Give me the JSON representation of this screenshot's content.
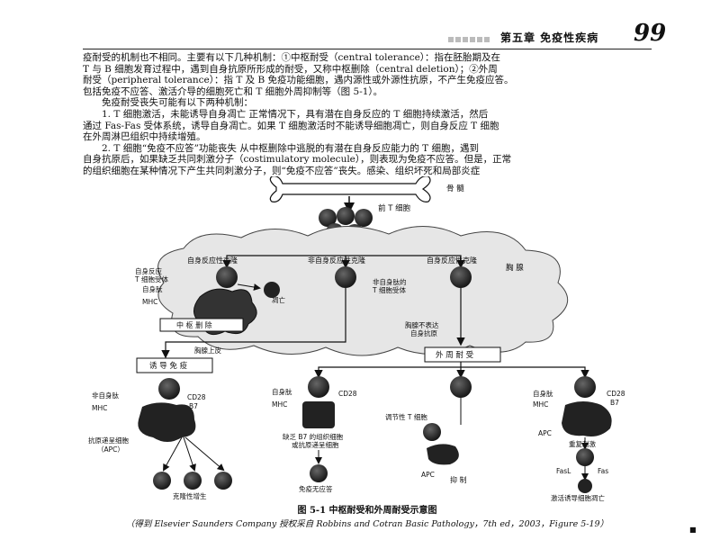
{
  "header": {
    "chapter": "第五章  免疫性疾病",
    "page_number": "99"
  },
  "body": [
    "疫耐受的机制也不相同。主要有以下几种机制：①中枢耐受（central tolerance）：指在胚胎期及在",
    "T 与 B 细胞发育过程中，遇到自身抗原所形成的耐受，又称中枢删除（central deletion）；②外周",
    "耐受（peripheral tolerance）：指 T 及 B 免疫功能细胞，遇内源性或外源性抗原，不产生免疫应答。",
    "包括免疫不应答、激活介导的细胞死亡和 T 细胞外周抑制等（图 5-1）。",
    "免疫耐受丧失可能有以下两种机制：",
    "1. T 细胞激活，未能诱导自身凋亡    正常情况下，具有潜在自身反应的 T 细胞持续激活，然后",
    "通过 Fas-Fas 受体系统，诱导自身凋亡。如果 T 细胞激活时不能诱导细胞凋亡，则自身反应 T 细胞",
    "在外周淋巴组织中持续增殖。",
    "2. T 细胞“免疫不应答”功能丧失    从中枢删除中逃脱的有潜在自身反应能力的 T 细胞，遇到",
    "自身抗原后，如果缺乏共同刺激分子（costimulatory molecule），则表现为免疫不应答。但是，正常",
    "的组织细胞在某种情况下产生共同刺激分子，则“免疫不应答”丧失。感染、组织坏死和局部炎症"
  ],
  "figure": {
    "labels": {
      "bone_marrow": "骨  髓",
      "precursor_t": "前 T 细胞",
      "thymus": "胸  腺",
      "autoreactive_clone_left": "自身反应性克隆",
      "nonautoreactive_clone": "非自身反应性克隆",
      "autoreactive_clone_right": "自身反应性克隆",
      "autoreactive_tcr_1": "自身反应",
      "autoreactive_tcr_2": "T 细胞受体",
      "self_peptide_top": "自身肽",
      "mhc_top": "MHC",
      "apoptosis": "凋亡",
      "nonself_tcr_1": "非自身肽的",
      "nonself_tcr_2": "T 细胞受体",
      "thymic_epithelium": "胸腺上皮",
      "central_deletion": "中 枢 删 除",
      "no_expression_1": "胸腺不表达",
      "no_expression_2": "自身抗原",
      "induced_immunity": "诱 导 免 疫",
      "peripheral_tolerance": "外 周 耐 受",
      "nonself_peptide": "非自身肽",
      "cd28_a": "CD28",
      "mhc_a": "MHC",
      "b7_a": "B7",
      "apc_1": "抗原递呈细胞",
      "apc_2": "（APC）",
      "self_peptide_b": "自身肽",
      "cd28_b": "CD28",
      "mhc_b": "MHC",
      "lack_b7_1": "缺乏 B7 的组织细胞",
      "lack_b7_2": "或抗原递呈细胞",
      "anergy": "免疫无应答",
      "regulatory_t": "调节性 T 细胞",
      "apc_c": "APC",
      "suppression": "抑  制",
      "self_peptide_d": "自身肽",
      "cd28_d": "CD28",
      "mhc_d": "MHC",
      "b7_d": "B7",
      "apc_d": "APC",
      "repeated_stimulation": "重复刺激",
      "fasl": "FasL",
      "fas": "Fas",
      "clonal_expansion": "克隆性增生",
      "aicd": "激活诱导细胞凋亡"
    }
  },
  "caption": {
    "title": "图 5-1    中枢耐受和外周耐受示意图",
    "source": "（得到 Elsevier Saunders Company 授权采自 Robbins and Cotran Basic Pathology，7th ed，2003，Figure 5-19）"
  }
}
